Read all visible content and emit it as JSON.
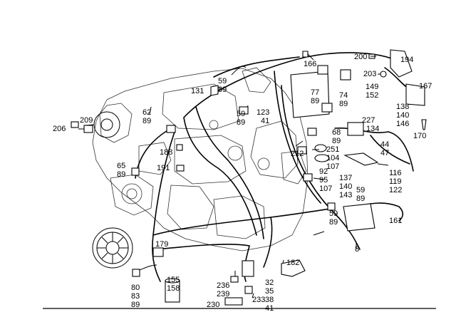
{
  "labels": [
    {
      "id": "200",
      "text": "200"
    },
    {
      "id": "166",
      "text": "166"
    },
    {
      "id": "203",
      "text": "203"
    },
    {
      "id": "194",
      "text": "194"
    },
    {
      "id": "167",
      "text": "167"
    },
    {
      "id": "149",
      "text": "149"
    },
    {
      "id": "152",
      "text": "152"
    },
    {
      "id": "59a",
      "text": "59"
    },
    {
      "id": "89a",
      "text": "89"
    },
    {
      "id": "131",
      "text": "131"
    },
    {
      "id": "77",
      "text": "77"
    },
    {
      "id": "89b",
      "text": "89"
    },
    {
      "id": "74",
      "text": "74"
    },
    {
      "id": "89c",
      "text": "89"
    },
    {
      "id": "138",
      "text": "138"
    },
    {
      "id": "140a",
      "text": "140"
    },
    {
      "id": "146",
      "text": "146"
    },
    {
      "id": "62",
      "text": "62"
    },
    {
      "id": "89d",
      "text": "89"
    },
    {
      "id": "59b",
      "text": "59"
    },
    {
      "id": "89e",
      "text": "89"
    },
    {
      "id": "123",
      "text": "123"
    },
    {
      "id": "41a",
      "text": "41"
    },
    {
      "id": "209",
      "text": "209"
    },
    {
      "id": "206",
      "text": "206"
    },
    {
      "id": "227",
      "text": "227"
    },
    {
      "id": "134",
      "text": "134"
    },
    {
      "id": "170",
      "text": "170"
    },
    {
      "id": "68",
      "text": "68"
    },
    {
      "id": "89f",
      "text": "89"
    },
    {
      "id": "44",
      "text": "44"
    },
    {
      "id": "47",
      "text": "47"
    },
    {
      "id": "251",
      "text": "251"
    },
    {
      "id": "212",
      "text": "212"
    },
    {
      "id": "104",
      "text": "104"
    },
    {
      "id": "107a",
      "text": "107"
    },
    {
      "id": "188",
      "text": "188"
    },
    {
      "id": "65",
      "text": "65"
    },
    {
      "id": "89g",
      "text": "89"
    },
    {
      "id": "191",
      "text": "191"
    },
    {
      "id": "92",
      "text": "92"
    },
    {
      "id": "95",
      "text": "95"
    },
    {
      "id": "107b",
      "text": "107"
    },
    {
      "id": "137",
      "text": "137"
    },
    {
      "id": "140b",
      "text": "140"
    },
    {
      "id": "143",
      "text": "143"
    },
    {
      "id": "116",
      "text": "116"
    },
    {
      "id": "119",
      "text": "119"
    },
    {
      "id": "122",
      "text": "122"
    },
    {
      "id": "59c",
      "text": "59"
    },
    {
      "id": "89h",
      "text": "89"
    },
    {
      "id": "59d",
      "text": "59"
    },
    {
      "id": "89i",
      "text": "89"
    },
    {
      "id": "161",
      "text": "161"
    },
    {
      "id": "179",
      "text": "179"
    },
    {
      "id": "8",
      "text": "8"
    },
    {
      "id": "182",
      "text": "182"
    },
    {
      "id": "155",
      "text": "155"
    },
    {
      "id": "158",
      "text": "158"
    },
    {
      "id": "32",
      "text": "32"
    },
    {
      "id": "35",
      "text": "35"
    },
    {
      "id": "80",
      "text": "80"
    },
    {
      "id": "83",
      "text": "83"
    },
    {
      "id": "89j",
      "text": "89"
    },
    {
      "id": "236",
      "text": "236"
    },
    {
      "id": "239",
      "text": "239"
    },
    {
      "id": "233",
      "text": "233"
    },
    {
      "id": "38",
      "text": "38"
    },
    {
      "id": "230",
      "text": "230"
    },
    {
      "id": "41b",
      "text": "41"
    }
  ]
}
